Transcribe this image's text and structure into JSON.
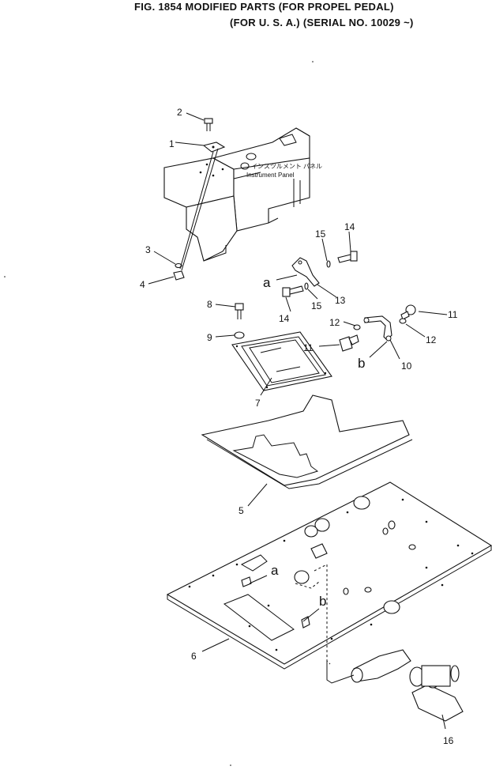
{
  "figure": {
    "title_line1": "FIG. 1854   MODIFIED PARTS (FOR PROPEL PEDAL)",
    "title_line2": "(FOR U. S. A.) (SERIAL NO. 10029 ~)"
  },
  "panel_label": {
    "japanese": "インスツルメント パネル",
    "english": "Instrument Panel"
  },
  "callouts": [
    {
      "id": "c1",
      "text": "1"
    },
    {
      "id": "c2",
      "text": "2"
    },
    {
      "id": "c3",
      "text": "3"
    },
    {
      "id": "c4",
      "text": "4"
    },
    {
      "id": "c5",
      "text": "5"
    },
    {
      "id": "c6",
      "text": "6"
    },
    {
      "id": "c7",
      "text": "7"
    },
    {
      "id": "c8",
      "text": "8"
    },
    {
      "id": "c9",
      "text": "9"
    },
    {
      "id": "c10",
      "text": "10"
    },
    {
      "id": "c11a",
      "text": "11"
    },
    {
      "id": "c11b",
      "text": "11"
    },
    {
      "id": "c12a",
      "text": "12"
    },
    {
      "id": "c12b",
      "text": "12"
    },
    {
      "id": "c13",
      "text": "13"
    },
    {
      "id": "c14a",
      "text": "14"
    },
    {
      "id": "c14b",
      "text": "14"
    },
    {
      "id": "c15a",
      "text": "15"
    },
    {
      "id": "c15b",
      "text": "15"
    },
    {
      "id": "c16",
      "text": "16"
    }
  ],
  "refs": [
    {
      "id": "ra1",
      "text": "a"
    },
    {
      "id": "rb1",
      "text": "b"
    },
    {
      "id": "ra2",
      "text": "a"
    },
    {
      "id": "rb2",
      "text": "b"
    }
  ]
}
